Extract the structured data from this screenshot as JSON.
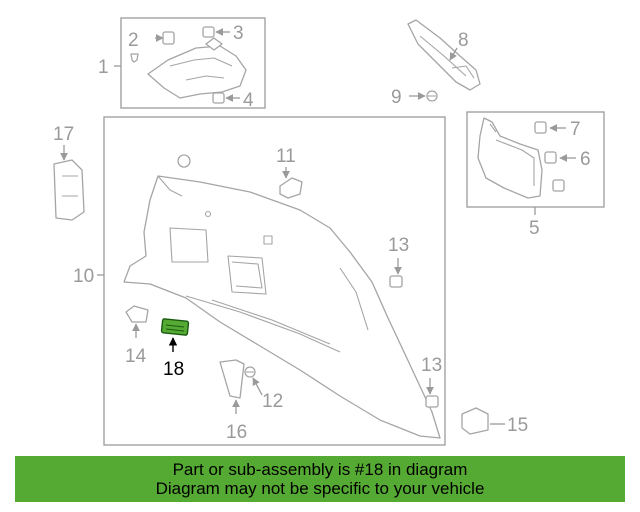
{
  "diagram": {
    "highlight_color": "#55aa33",
    "highlighted_part": "18",
    "callouts": [
      "1",
      "2",
      "3",
      "4",
      "5",
      "6",
      "7",
      "8",
      "9",
      "10",
      "11",
      "12",
      "13",
      "13",
      "14",
      "15",
      "16",
      "17",
      "18"
    ]
  },
  "banner": {
    "line1": "Part or sub-assembly is #18 in diagram",
    "line2": "Diagram may not be specific to your vehicle",
    "background": "#55aa33"
  }
}
